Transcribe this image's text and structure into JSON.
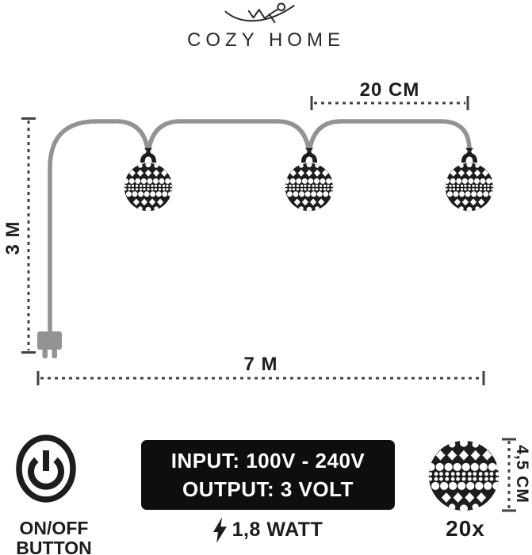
{
  "brand": {
    "name": "COZY HOME"
  },
  "measurements": {
    "bulb_spacing": "20 CM",
    "lead_length": "3 M",
    "total_length": "7 M",
    "ball_diameter": "4,5 CM",
    "ball_count": "20x"
  },
  "string": {
    "ball_count_on_string": 3
  },
  "specs": {
    "power_button_line1": "ON/OFF",
    "power_button_line2": "BUTTON",
    "input": "INPUT: 100V - 240V",
    "output": "OUTPUT: 3 VOLT",
    "wattage": "1,8 WATT"
  },
  "colors": {
    "ink": "#1d1d1d",
    "cable": "#939393",
    "dash": "#414141",
    "box_bg": "#0e0e0e",
    "box_text": "#ffffff",
    "bg": "#ffffff"
  }
}
